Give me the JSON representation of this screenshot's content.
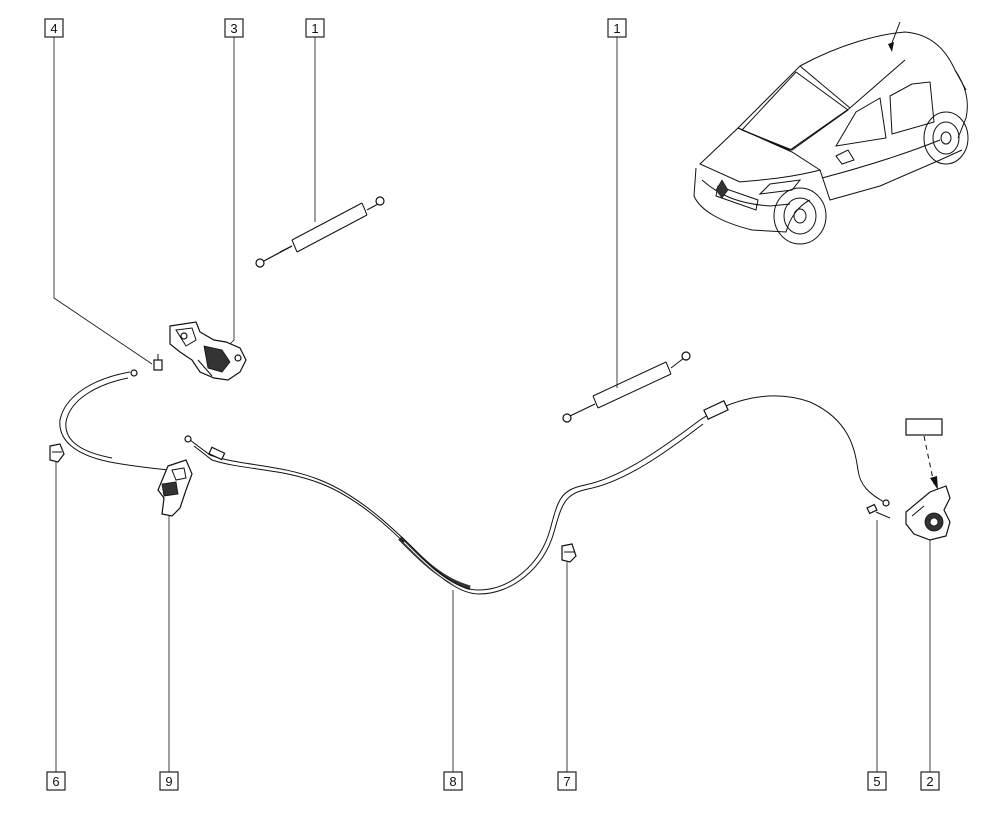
{
  "callouts": [
    {
      "id": "callout-4-top",
      "number": "4"
    },
    {
      "id": "callout-3-top",
      "number": "3"
    },
    {
      "id": "callout-1-left",
      "number": "1"
    },
    {
      "id": "callout-1-right",
      "number": "1"
    },
    {
      "id": "callout-6-bottom",
      "number": "6"
    },
    {
      "id": "callout-9-bottom",
      "number": "9"
    },
    {
      "id": "callout-8-bottom",
      "number": "8"
    },
    {
      "id": "callout-7-bottom",
      "number": "7"
    },
    {
      "id": "callout-5-bottom",
      "number": "5"
    },
    {
      "id": "callout-2-bottom",
      "number": "2"
    }
  ],
  "colors": {
    "line": "#111111",
    "label_border": "#222222",
    "background": "#ffffff"
  }
}
